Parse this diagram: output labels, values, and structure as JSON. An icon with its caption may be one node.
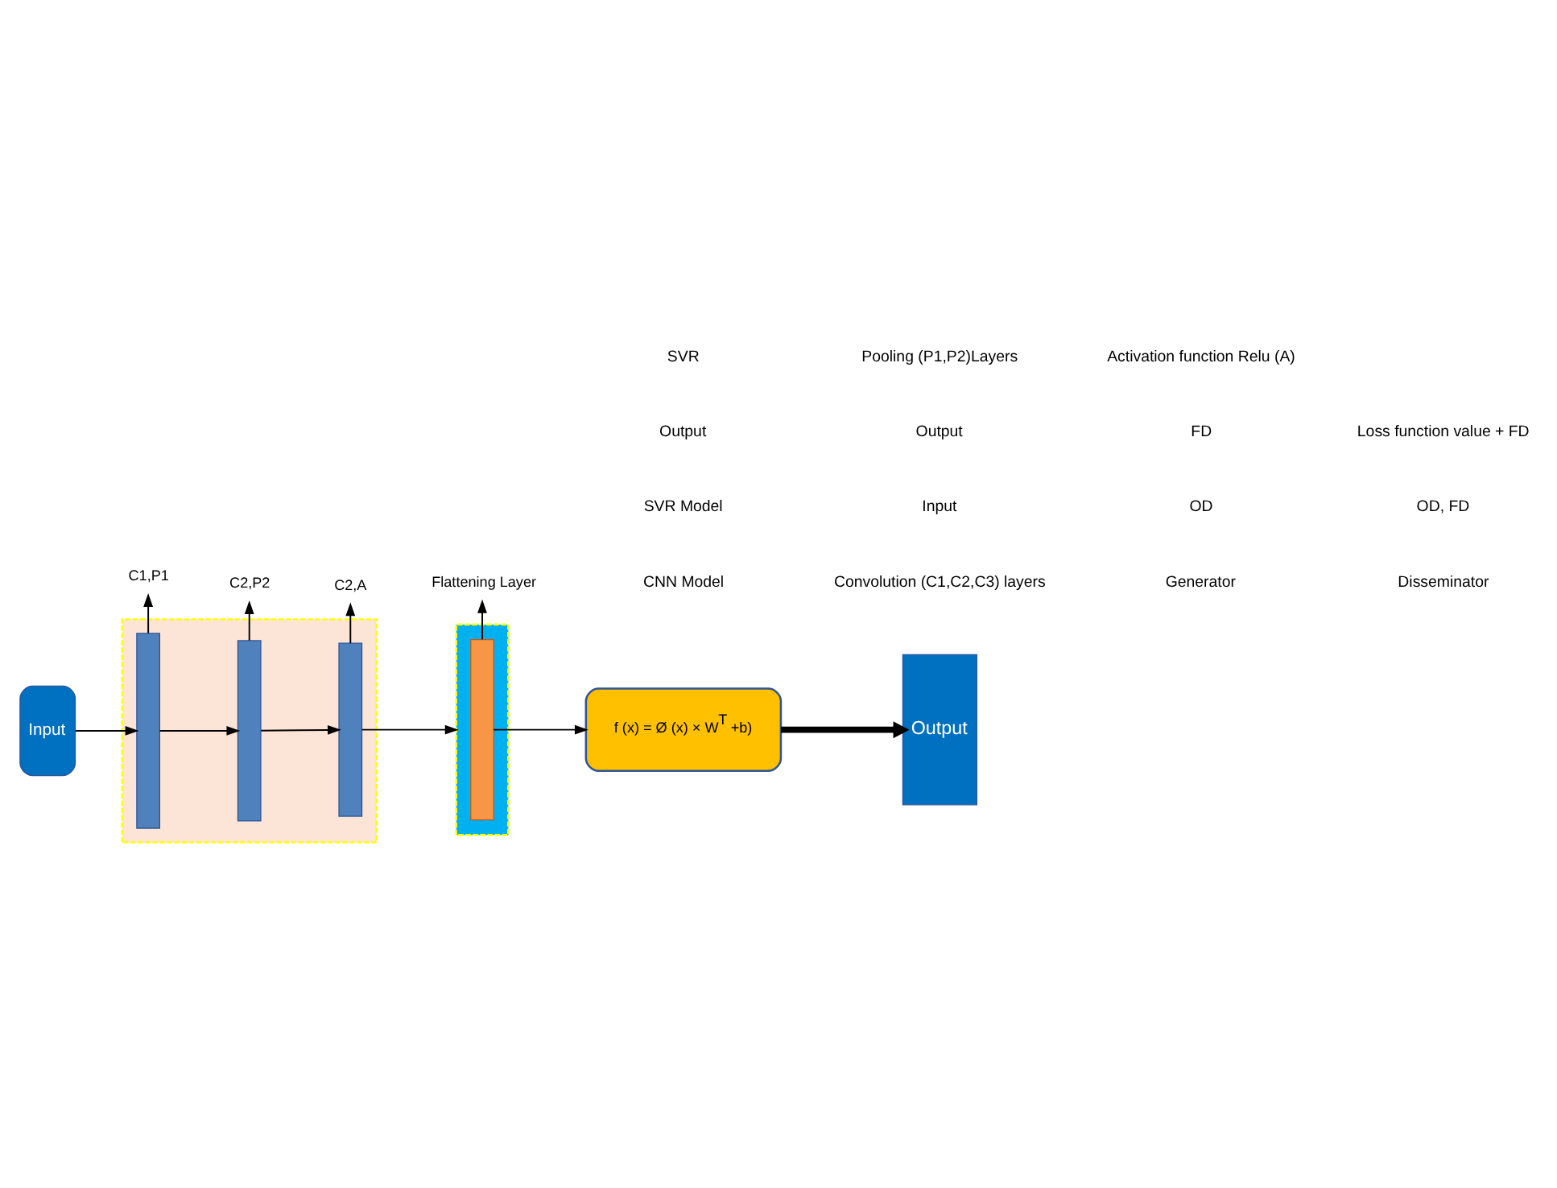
{
  "diagram": {
    "nodes": [
      {
        "text": [
          "Input"
        ]
      },
      {
        "text": [],
        "shape": "box"
      },
      {
        "text": [],
        "shape": "box",
        "in": 1
      },
      {
        "text": [],
        "shape": "box",
        "in": 1
      },
      {
        "text": [],
        "shape": "box",
        "in": 1
      },
      {
        "text": [],
        "shape": "box"
      },
      {
        "text": [],
        "shape": "bar",
        "in": 5
      },
      {
        "text": [
          "f (x) = Ø (x) × W$^{T}$ +b)"
        ]
      },
      {
        "text": [
          "Output"
        ]
      },
      {
        "text": [
          "C1,P1"
        ]
      },
      {
        "text": [
          "C2,P2"
        ]
      },
      {
        "text": [
          "C2,A"
        ]
      },
      {
        "text": [
          "Flattening Layer"
        ]
      }
    ],
    "edges": [
      {
        "from": 0,
        "to": 2,
        "arrow": "to"
      },
      {
        "from": 2,
        "to": 3,
        "arrow": "to"
      },
      {
        "from": 3,
        "to": 4,
        "arrow": "to"
      },
      {
        "from": 4,
        "to": 5,
        "arrow": "to"
      },
      {
        "from": 6,
        "to": 7,
        "arrow": "to"
      },
      {
        "from": 7,
        "to": 8,
        "arrow": "to",
        "style": "thick"
      },
      {
        "from": 2,
        "to": 9,
        "arrow": "to"
      },
      {
        "from": 3,
        "to": 10,
        "arrow": "to"
      },
      {
        "from": 4,
        "to": 11,
        "arrow": "to"
      },
      {
        "from": 6,
        "to": 12,
        "arrow": "to"
      }
    ],
    "labels": [
      "CNN Model",
      "SVR Model",
      "Output",
      "SVR",
      "Convolution (C1,C2,C3) layers",
      "Input",
      "Output",
      "Pooling (P1,P2)Layers",
      "Generator",
      "OD",
      "FD",
      "Activation function Relu (A)",
      "Disseminator",
      "OD, FD",
      "Loss function value + FD"
    ]
  }
}
